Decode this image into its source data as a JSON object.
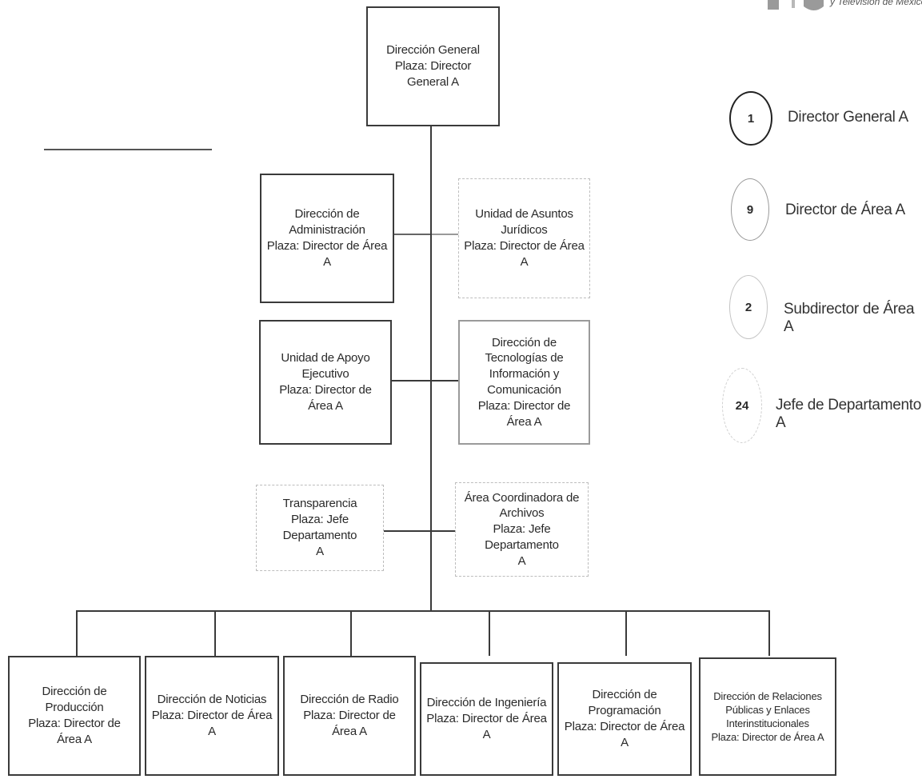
{
  "header": {
    "logo_text": "y Televisión de México"
  },
  "top": {
    "line1": "Dirección General",
    "line2": "Plaza: Director General A"
  },
  "left_units": [
    {
      "lines": [
        "Dirección de",
        "Administración",
        "Plaza: Director de Área A"
      ]
    },
    {
      "lines": [
        "Unidad de Apoyo",
        "Ejecutivo",
        "Plaza: Director de Área A"
      ]
    },
    {
      "lines": [
        "Transparencia",
        "Plaza: Jefe Departamento",
        "A"
      ]
    }
  ],
  "right_units": [
    {
      "lines": [
        "Unidad de Asuntos",
        "Jurídicos",
        "Plaza: Director de Área A"
      ]
    },
    {
      "lines": [
        "Dirección de",
        "Tecnologías de",
        "Información y",
        "Comunicación",
        "Plaza: Director de Área A"
      ]
    },
    {
      "lines": [
        "Área Coordinadora de",
        "Archivos",
        "Plaza: Jefe Departamento",
        "A"
      ]
    }
  ],
  "bottom_units": [
    {
      "lines": [
        "Dirección de",
        "Producción",
        "Plaza: Director de Área A"
      ]
    },
    {
      "lines": [
        "Dirección de Noticias",
        "Plaza: Director de Área A"
      ]
    },
    {
      "lines": [
        "Dirección de Radio",
        "Plaza: Director de Área A"
      ]
    },
    {
      "lines": [
        "Dirección de Ingeniería",
        "Plaza: Director de Área A"
      ]
    },
    {
      "lines": [
        "Dirección de",
        "Programación",
        "Plaza: Director de Área A"
      ]
    },
    {
      "lines": [
        "Dirección de Relaciones",
        "Públicas y Enlaces",
        "Interinstitucionales",
        "Plaza: Director de Área A"
      ]
    }
  ],
  "legend": [
    {
      "count": "1",
      "label": "Director General A"
    },
    {
      "count": "9",
      "label": "Director de Área A"
    },
    {
      "count": "2",
      "label": "Subdirector de Área A"
    },
    {
      "count": "24",
      "label": "Jefe de Departamento A"
    }
  ]
}
